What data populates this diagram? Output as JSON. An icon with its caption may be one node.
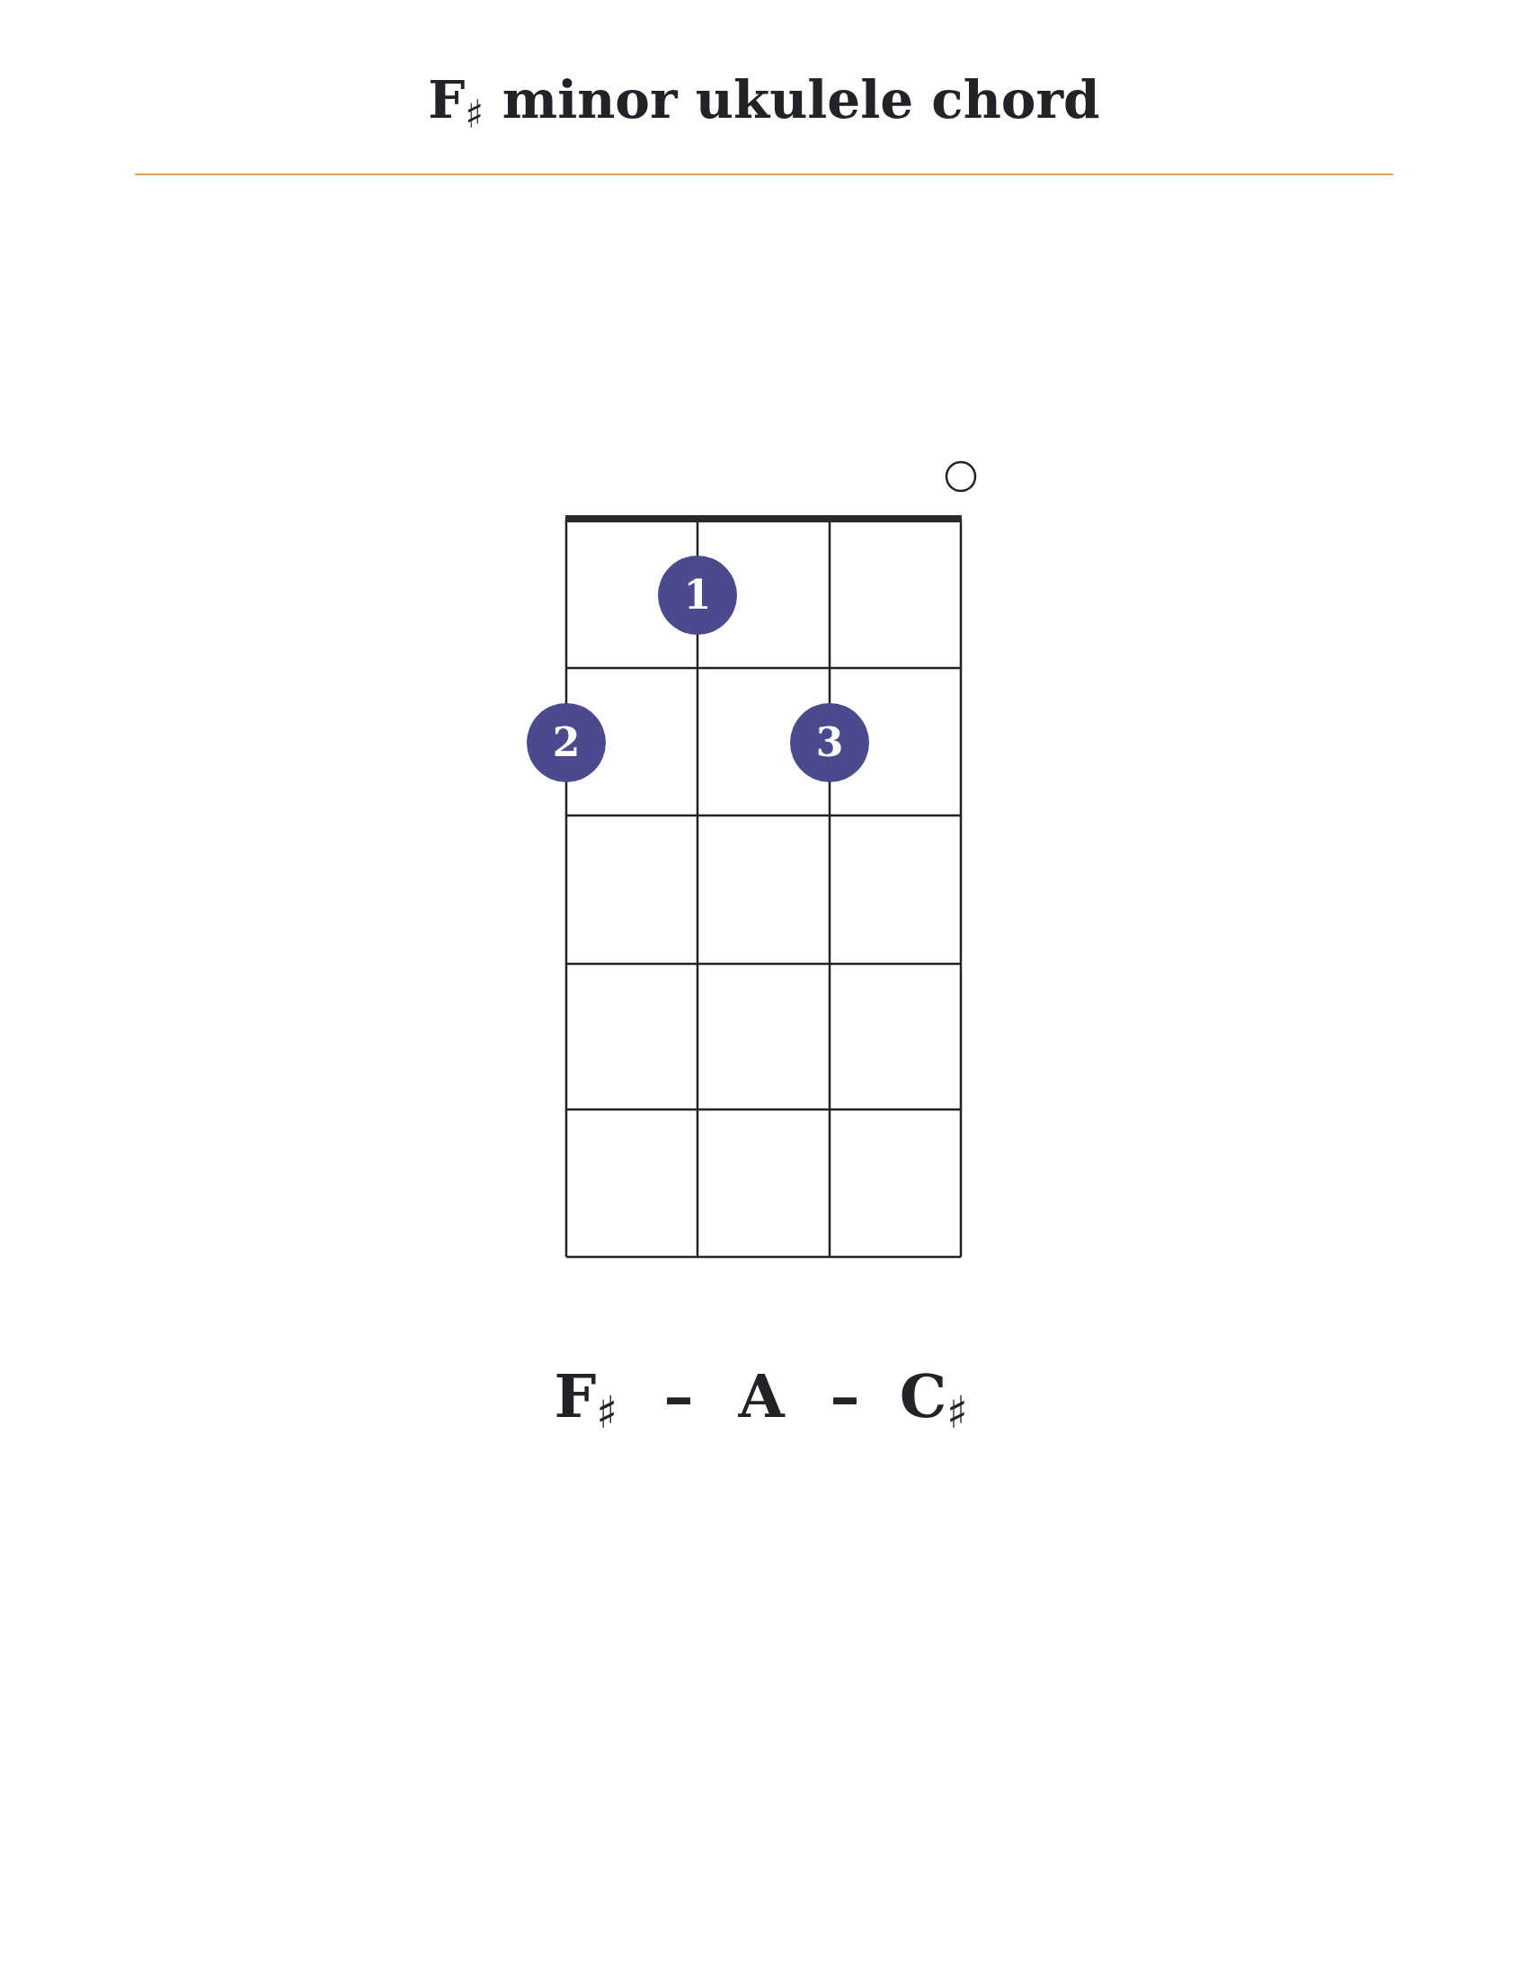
{
  "diagram": {
    "title": "F$_{♯}$ minor ukulele chord",
    "nodes": [
      {
        "text": [
          "1"
        ]
      },
      {
        "text": [
          "2"
        ]
      },
      {
        "text": [
          "3"
        ]
      }
    ],
    "labels": [
      "F$_{♯}$",
      "–",
      "A",
      "–",
      "C$_{♯}$"
    ]
  }
}
